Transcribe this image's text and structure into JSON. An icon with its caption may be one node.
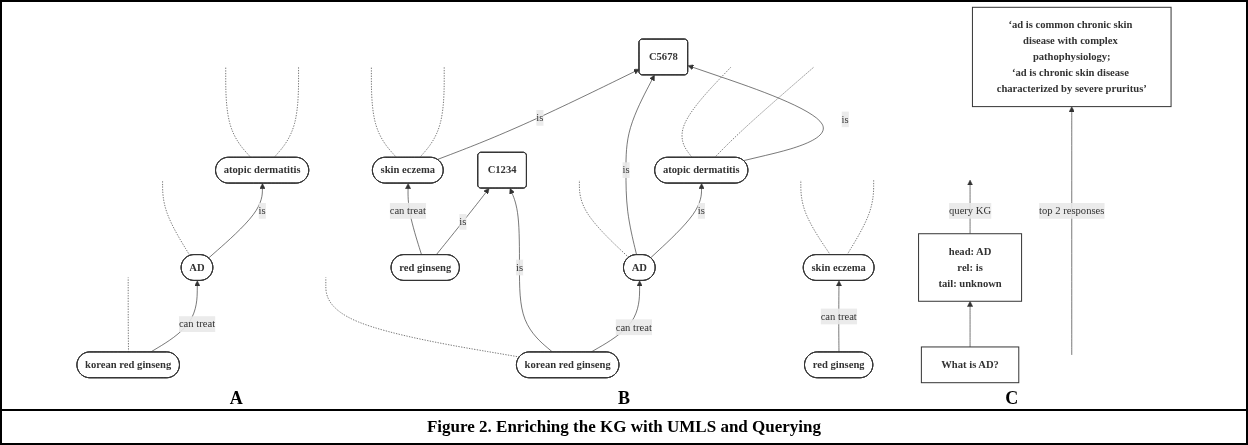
{
  "diagram": {
    "caption": "Figure 2. Enriching the KG with UMLS and Querying",
    "nodes": [
      {
        "text": [
          "atopic dermatitis"
        ]
      },
      {
        "text": [
          "AD"
        ]
      },
      {
        "text": [
          "korean red ginseng"
        ]
      },
      {
        "text": [
          "skin eczema"
        ]
      },
      {
        "text": [
          "red ginseng"
        ]
      },
      {
        "text": [
          "atopic dermatitis"
        ]
      },
      {
        "text": [
          "AD"
        ]
      },
      {
        "text": [
          "C5678"
        ]
      },
      {
        "text": [
          "korean red ginseng"
        ]
      },
      {
        "text": [
          "skin eczema"
        ]
      },
      {
        "text": [
          "C1234"
        ]
      },
      {
        "text": [
          "red ginseng"
        ]
      },
      {
        "text": [
          "What is AD?"
        ]
      },
      {
        "text": [
          "head: AD",
          "rel: is",
          "tail: unknown"
        ]
      },
      {
        "text": [
          "‘ad is common chronic skin disease with complex pathophysiology;",
          "‘ad is chronic skin disease characterized by severe pruritus’"
        ]
      }
    ],
    "edges": [
      {
        "from": 1,
        "to": 0,
        "label": "is",
        "arrow": "to"
      },
      {
        "from": 2,
        "to": 1,
        "label": "can treat",
        "arrow": "to"
      },
      {
        "from": 4,
        "to": 3,
        "label": "can treat",
        "arrow": "to"
      },
      {
        "from": 1,
        "to": null,
        "arrow": "none",
        "style": "dashed"
      },
      {
        "from": 0,
        "to": null,
        "arrow": "none",
        "style": "dashed"
      },
      {
        "from": 0,
        "to": null,
        "arrow": "none",
        "style": "dashed"
      },
      {
        "from": 2,
        "to": null,
        "arrow": "none",
        "style": "dashed"
      },
      {
        "from": 3,
        "to": null,
        "arrow": "none",
        "style": "dashed"
      },
      {
        "from": 3,
        "to": null,
        "arrow": "none",
        "style": "dashed"
      },
      {
        "from": 6,
        "to": 5,
        "label": "is",
        "arrow": "to"
      },
      {
        "from": 6,
        "to": 7,
        "label": "is",
        "arrow": "to"
      },
      {
        "from": 5,
        "to": 7,
        "label": "is",
        "arrow": "to"
      },
      {
        "from": 9,
        "to": 7,
        "label": "is",
        "arrow": "to"
      },
      {
        "from": 8,
        "to": 6,
        "label": "can treat",
        "arrow": "to"
      },
      {
        "from": 8,
        "to": 10,
        "label": "is",
        "arrow": "to"
      },
      {
        "from": 11,
        "to": 10,
        "label": "is",
        "arrow": "to"
      },
      {
        "from": 11,
        "to": 9,
        "label": "can treat",
        "arrow": "to"
      },
      {
        "from": 6,
        "to": null,
        "arrow": "none",
        "style": "dashed"
      },
      {
        "from": 5,
        "to": null,
        "arrow": "none",
        "style": "dashed"
      },
      {
        "from": 5,
        "to": null,
        "arrow": "none",
        "style": "dashed"
      },
      {
        "from": 8,
        "to": null,
        "arrow": "none",
        "style": "dashed"
      },
      {
        "from": 9,
        "to": null,
        "arrow": "none",
        "style": "dashed"
      },
      {
        "from": 9,
        "to": null,
        "arrow": "none",
        "style": "dashed"
      },
      {
        "from": 12,
        "to": 13,
        "arrow": "to"
      },
      {
        "from": 13,
        "to": null,
        "label": "query KG",
        "arrow": "to"
      },
      {
        "from": null,
        "to": 14,
        "label": "top 2 responses",
        "arrow": "to"
      }
    ],
    "labels": [
      "A",
      "B",
      "C"
    ]
  }
}
